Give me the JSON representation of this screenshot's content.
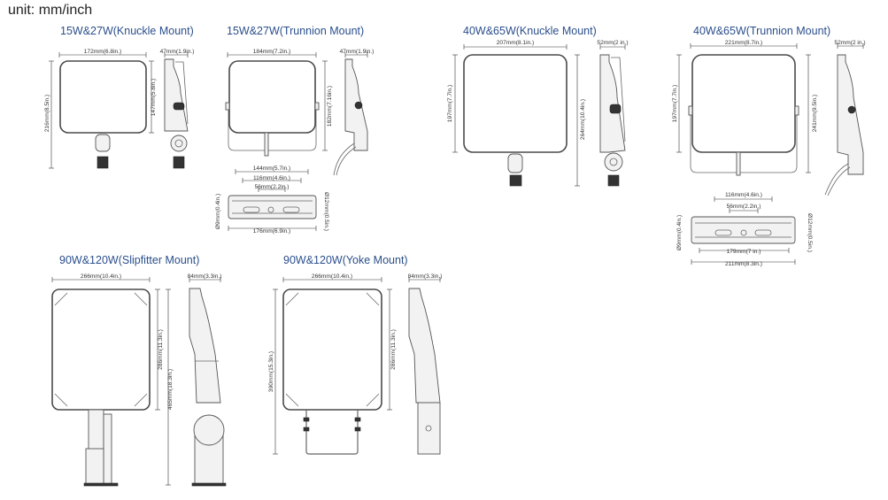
{
  "unit_label": "unit: mm/inch",
  "sections": [
    {
      "title": "15W&27W(Knuckle Mount)",
      "width": "172mm(6.8in.)",
      "height": "216mm(8.5in.)",
      "body_height": "147mm(5.8in.)",
      "depth": "47mm(1.9in.)"
    },
    {
      "title": "15W&27W(Trunnion Mount)",
      "width": "184mm(7.2in.)",
      "height": "182mm(7.16in.)",
      "depth": "47mm(1.9in.)",
      "bottom": [
        "144mm(5.7in.)",
        "116mm(4.6in.)",
        "56mm(2.2in.)",
        "176mm(6.9in.)"
      ],
      "hole_small": "Ø9mm(0.4in.)",
      "hole_large": "Ø12mm(0.5in.)"
    },
    {
      "title": "40W&65W(Knuckle Mount)",
      "width": "207mm(8.1in.)",
      "body_height": "197mm(7.7in.)",
      "height": "264mm(10.4in.)",
      "depth": "52mm(2 in.)"
    },
    {
      "title": "40W&65W(Trunnion Mount)",
      "width": "221mm(8.7in.)",
      "body_height": "197mm(7.7in.)",
      "height": "241mm(9.5in.)",
      "depth": "52mm(2 in.)",
      "bottom": [
        "116mm(4.6in.)",
        "56mm(2.2in.)",
        "179mm(7 in.)",
        "211mm(8.3in.)"
      ],
      "hole_small": "Ø9mm(0.4in.)",
      "hole_large": "Ø12mm(0.5in.)"
    },
    {
      "title": "90W&120W(Slipfitter Mount)",
      "width": "266mm(10.4in.)",
      "body_height": "286mm(11.3in.)",
      "height": "465mm(18.3in.)",
      "depth": "84mm(3.3in.)"
    },
    {
      "title": "90W&120W(Yoke Mount)",
      "width": "266mm(10.4in.)",
      "height": "390mm(15.3in.)",
      "body_height": "286mm(11.3in.)",
      "depth": "84mm(3.3in.)"
    }
  ]
}
